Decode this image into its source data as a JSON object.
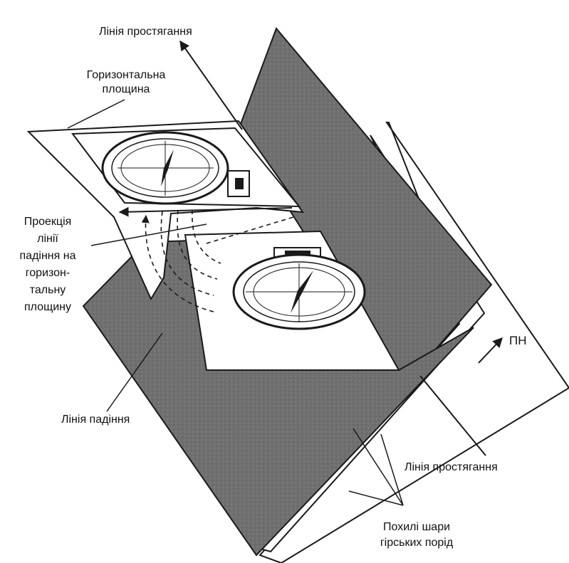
{
  "labels": {
    "strike_line_top": "Лінія простягання",
    "horizontal_plane_line1": "Горизонтальна",
    "horizontal_plane_line2": "площина",
    "projection_line1": "Проекція",
    "projection_line2": "лінії",
    "projection_line3": "падіння на",
    "projection_line4": "горизон-",
    "projection_line5": "тальну",
    "projection_line6": "площину",
    "dip_line": "Лінія падіння",
    "north": "ПН",
    "strike_line_bottom": "Лінія простягання",
    "inclined_layers_line1": "Похилі шари",
    "inclined_layers_line2": "гірських порід"
  },
  "colors": {
    "layer_fill": "#6f6f6f",
    "outline": "#1a1a1a",
    "paper": "#ffffff"
  }
}
